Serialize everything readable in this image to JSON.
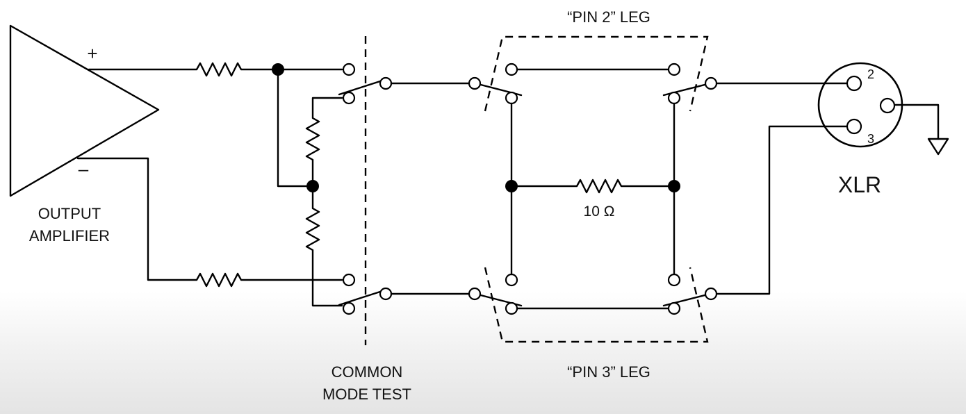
{
  "amplifier": {
    "plus_sign": "+",
    "minus_sign": "–",
    "label_line1": "OUTPUT",
    "label_line2": "AMPLIFIER"
  },
  "switch_bank": {
    "label_line1": "COMMON",
    "label_line2": "MODE TEST"
  },
  "pin2_leg": {
    "label": "“PIN 2” LEG"
  },
  "pin3_leg": {
    "label": "“PIN 3” LEG"
  },
  "load_resistor": {
    "label": "10 Ω"
  },
  "connector": {
    "title": "XLR",
    "pin2": "2",
    "pin3": "3"
  }
}
